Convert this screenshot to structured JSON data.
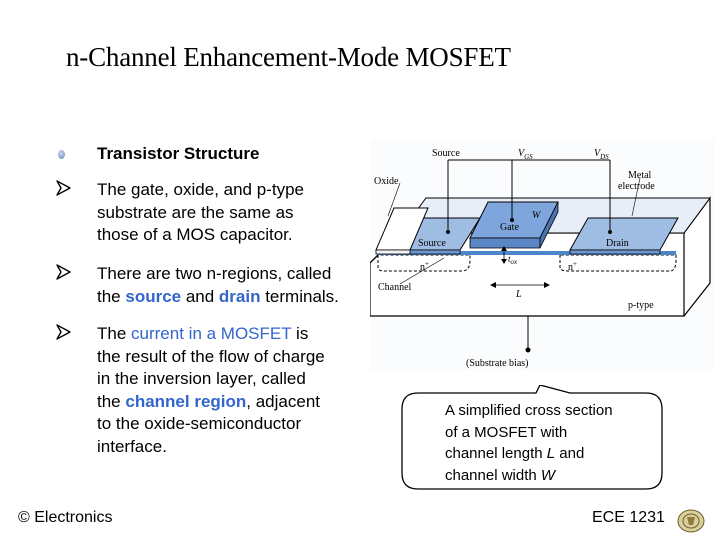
{
  "slide": {
    "title": "n-Channel Enhancement-Mode MOSFET",
    "bullets": [
      {
        "marker": "dot-bullet",
        "text": "Transistor Structure"
      },
      {
        "marker": "arrow-bullet",
        "lines": [
          "The gate, oxide, and p-type",
          "substrate are the same as",
          "those of a MOS capacitor."
        ]
      },
      {
        "marker": "arrow-bullet",
        "line1": "There are two n-regions, called",
        "line2_a": "the ",
        "line2_source": "source",
        "line2_b": " and ",
        "line2_drain": "drain",
        "line2_c": " terminals."
      },
      {
        "marker": "arrow-bullet",
        "l1_a": "The ",
        "l1_b": "current in a MOSFET",
        "l1_c": " is",
        "l2": "the result of the flow of charge",
        "l3": "in the inversion layer, called",
        "l4_a": "the ",
        "l4_b": "channel region",
        "l4_c": ", adjacent",
        "l5": "to the oxide-semiconductor",
        "l6": "interface."
      }
    ],
    "accent_color": "#3366cc"
  },
  "figure": {
    "labels": {
      "source_terminal": "Source",
      "vgs": "V",
      "vgs_sub": "GS",
      "vds": "V",
      "vds_sub": "DS",
      "oxide": "Oxide",
      "metal_l1": "Metal",
      "metal_l2": "electrode",
      "gate": "Gate",
      "w": "W",
      "source_region": "Source",
      "drain_region": "Drain",
      "n_left": "n",
      "n_right": "n",
      "plus": "+",
      "tox": "t",
      "tox_sub": "ox",
      "channel": "Channel",
      "l": "L",
      "ptype": "p-type",
      "bias": "(Substrate bias)"
    },
    "caption": {
      "a": "A simplified cross section",
      "b": "of a MOSFET with",
      "c1": "channel length ",
      "c2": "L",
      "c3": " and",
      "d1": "channel width ",
      "d2": "W"
    }
  },
  "footer": {
    "left": "© Electronics",
    "right": "ECE 1231"
  }
}
